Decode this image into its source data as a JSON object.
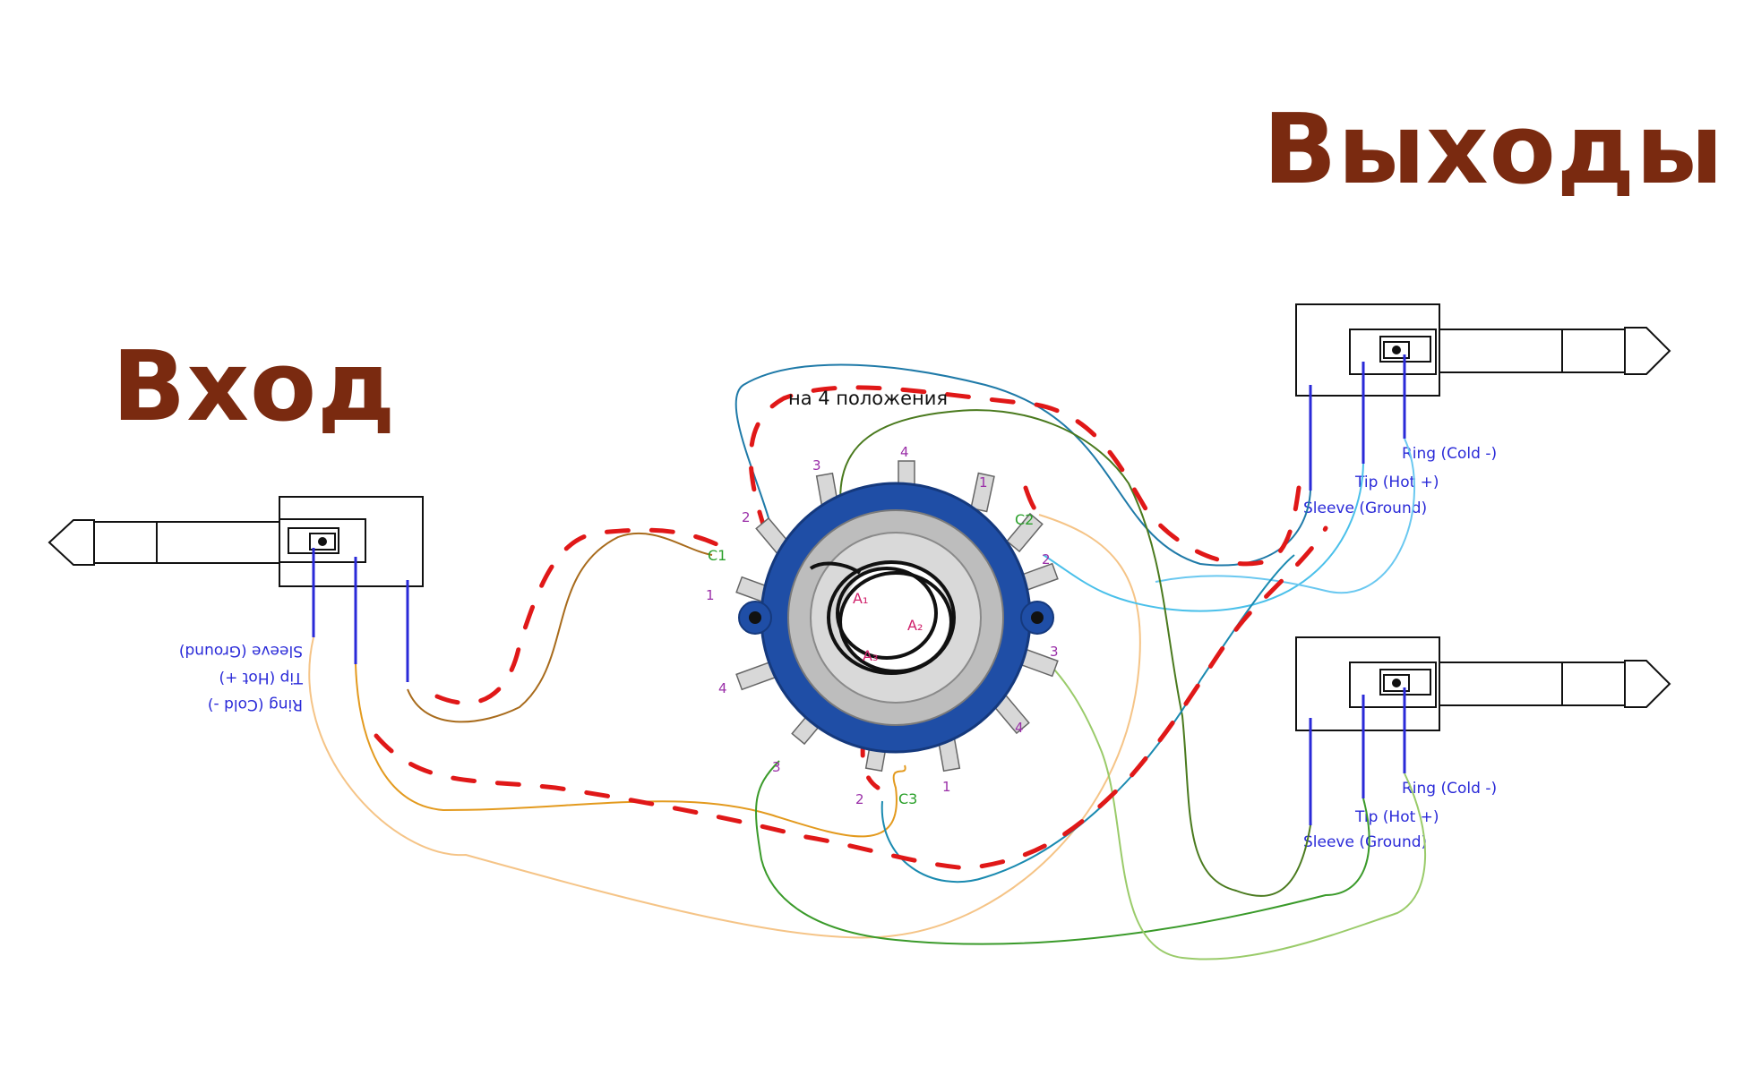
{
  "titles": {
    "input": "Вход",
    "outputs": "Выходы"
  },
  "switch": {
    "note": "на 4 положения",
    "commons": [
      "C1",
      "C2",
      "C3"
    ],
    "inner": [
      "A₁",
      "A₂",
      "A₃"
    ],
    "positions": [
      "3",
      "4",
      "2",
      "1",
      "1",
      "2",
      "3",
      "4",
      "4",
      "1",
      "2",
      "3"
    ]
  },
  "input_jack": {
    "ring": "Ring (Cold -)",
    "tip": "Tip (Hot +)",
    "sleeve": "Sleeve (Ground)"
  },
  "output_jacks": [
    {
      "ring": "Ring (Cold -)",
      "tip": "Tip (Hot +)",
      "sleeve": "Sleeve (Ground)"
    },
    {
      "ring": "Ring (Cold -)",
      "tip": "Tip (Hot +)",
      "sleeve": "Sleeve (Ground)"
    }
  ],
  "colors": {
    "title": "#7a2a10",
    "label": "#2a2ad8",
    "switch_ring": "#1f4ea6",
    "dashed": "#e01818",
    "common_label": "#2aa02a",
    "position_label": "#9a2fa8"
  }
}
